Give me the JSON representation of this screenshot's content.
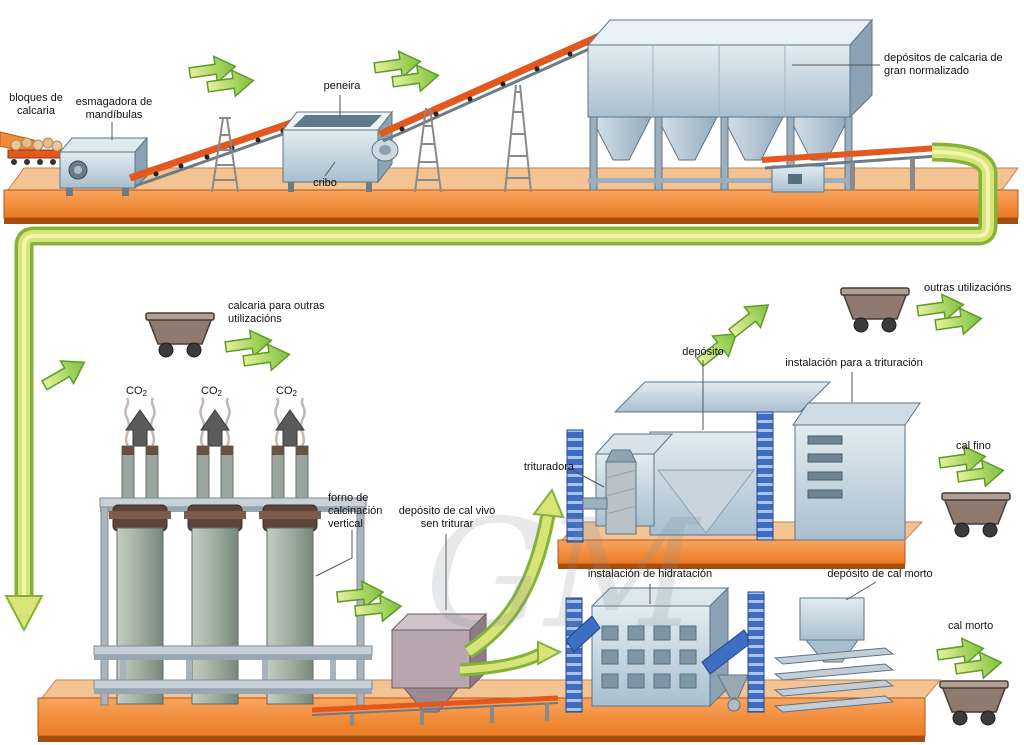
{
  "colors": {
    "platform_orange": "#ef8030",
    "platform_top": "#f3c394",
    "arrow_green": "#8cc63f",
    "flow_band_yellow": "#d7e477",
    "elevator_blue": "#3d6cc0",
    "structure_blue_gray": "#b4c6d3",
    "kiln_gray_green": "#9fae9f",
    "belt_orange": "#e2581f"
  },
  "labels": {
    "bloques_de_calcaria": "bloques de calcaria",
    "esmagadora_de_mandibulas": "esmagadora de mandíbulas",
    "peneira": "peneira",
    "cribo": "cribo",
    "depositos_de_calcaria": "depósitos de calcaria de gran normalizado",
    "calcaria_para_outras": "calcaria para outras utilizacións",
    "co2_base": "CO",
    "co2_sub": "2",
    "forno": "forno de calcinación vertical",
    "deposito_cal_vivo": "depósito de cal vivo sen triturar",
    "trituradora": "trituradora",
    "deposito": "depósito",
    "instalacion_trituracion": "instalación para a trituración",
    "outras_utilizacions": "outras utilizacións",
    "cal_fino": "cal fino",
    "instalacion_hidratacion": "instalación de hidratación",
    "deposito_cal_morto": "depósito de cal morto",
    "cal_morto": "cal morto",
    "watermark": "GM"
  }
}
